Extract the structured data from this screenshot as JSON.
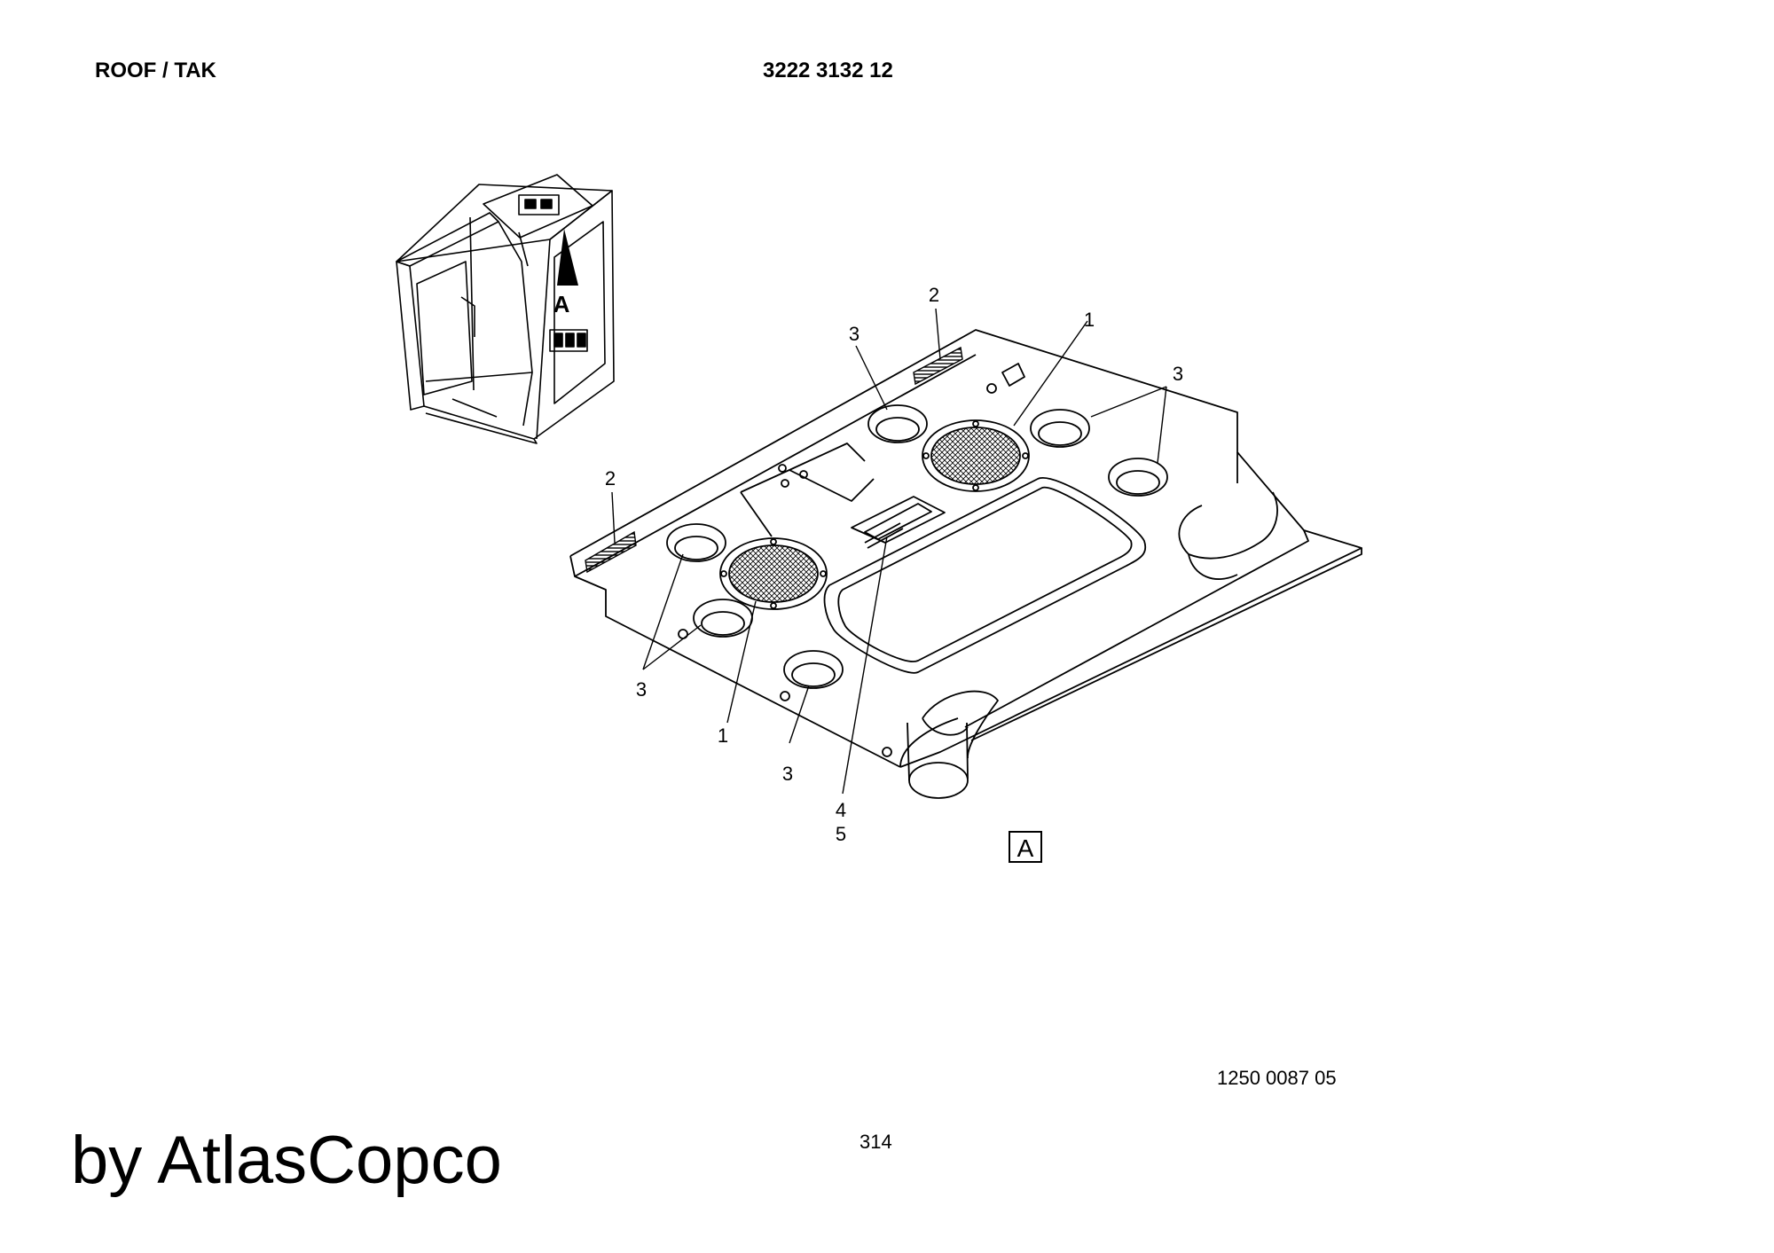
{
  "header": {
    "title": "ROOF / TAK",
    "part_number": "3222 3132 12"
  },
  "drawing": {
    "view_letter": "A",
    "view_box_label": "A",
    "callouts": {
      "c1a": "1",
      "c1b": "1",
      "c2a": "2",
      "c2b": "2",
      "c3a": "3",
      "c3b": "3",
      "c3c": "3",
      "c3d": "3",
      "c4": "4",
      "c5": "5"
    }
  },
  "footer": {
    "reference_number": "1250 0087 05",
    "page_number": "314",
    "brand": "by AtlasCopco"
  }
}
